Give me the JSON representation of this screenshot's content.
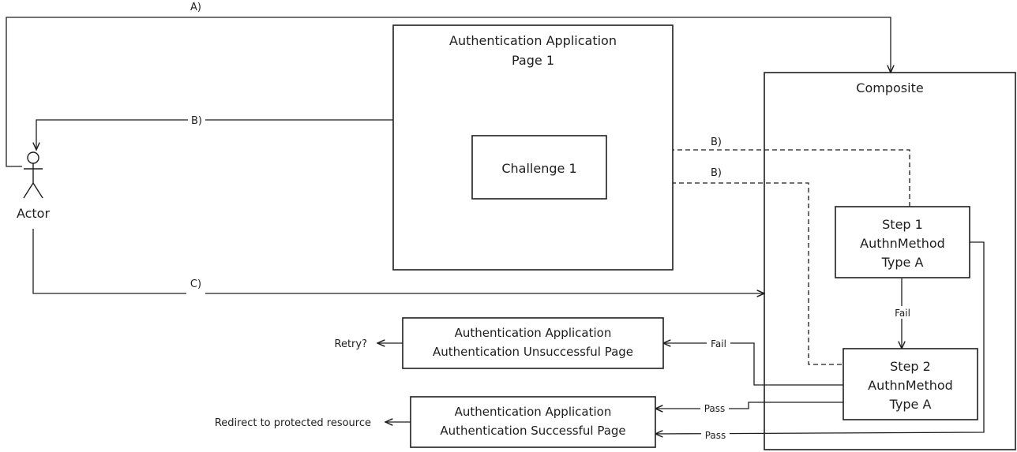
{
  "nodes": {
    "auth_app_page1": {
      "line1": "Authentication Application",
      "line2": "Page 1"
    },
    "challenge1": {
      "label": "Challenge 1"
    },
    "composite": {
      "label": "Composite"
    },
    "step1": {
      "line1": "Step 1",
      "line2": "AuthnMethod",
      "line3": "Type A"
    },
    "step2": {
      "line1": "Step 2",
      "line2": "AuthnMethod",
      "line3": "Type A"
    },
    "unsuccessful_page": {
      "line1": "Authentication Application",
      "line2": "Authentication Unsuccessful Page"
    },
    "successful_page": {
      "line1": "Authentication Application",
      "line2": "Authentication Successful Page"
    },
    "actor": {
      "label": "Actor"
    },
    "retry": {
      "label": "Retry?"
    },
    "redirect": {
      "label": "Redirect to protected resource"
    }
  },
  "edges": {
    "a": "A)",
    "b_actor": "B)",
    "b_step1": "B)",
    "b_step2": "B)",
    "c": "C)",
    "fail_step1_step2": "Fail",
    "fail_step2_unsuccessful": "Fail",
    "pass_step2_successful": "Pass",
    "pass_composite_successful": "Pass"
  }
}
